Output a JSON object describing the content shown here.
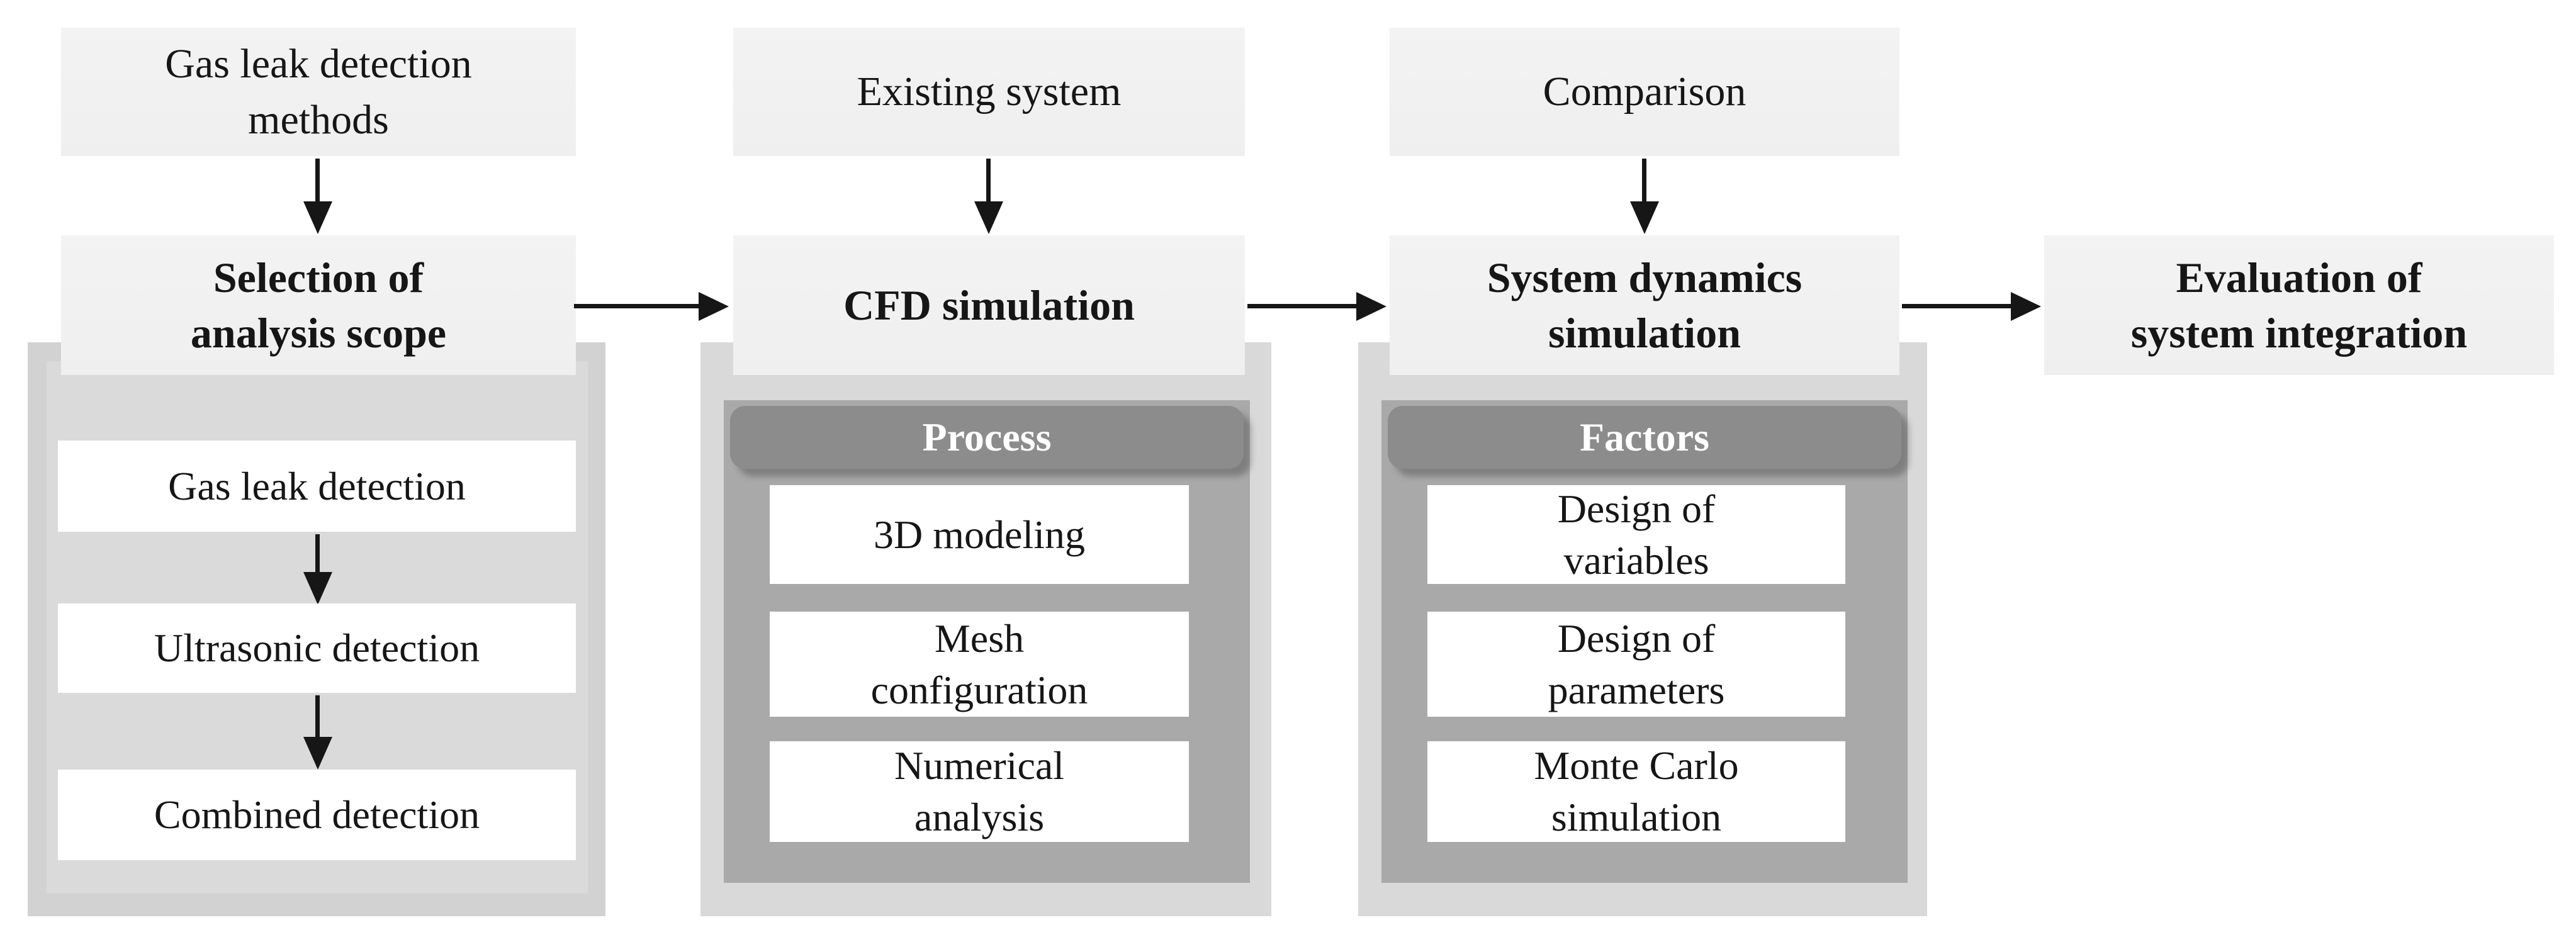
{
  "figure": {
    "columns": [
      {
        "top_box": "Gas leak detection\nmethods",
        "stage_box": "Selection of\nanalysis scope",
        "panel_header": null,
        "items": [
          "Gas leak detection",
          "Ultrasonic detection",
          "Combined detection"
        ]
      },
      {
        "top_box": "Existing system",
        "stage_box": "CFD simulation",
        "panel_header": "Process",
        "items": [
          "3D modeling",
          "Mesh\nconfiguration",
          "Numerical\nanalysis"
        ]
      },
      {
        "top_box": "Comparison",
        "stage_box": "System dynamics\nsimulation",
        "panel_header": "Factors",
        "items": [
          "Design of\nvariables",
          "Design of\nparameters",
          "Monte Carlo\nsimulation"
        ]
      }
    ],
    "final_box": "Evaluation of\nsystem integration",
    "connections": [
      "Gas leak detection methods -> Selection of analysis scope",
      "Existing system -> CFD simulation",
      "Comparison -> System dynamics simulation",
      "Selection of analysis scope -> CFD simulation",
      "CFD simulation -> System dynamics simulation",
      "System dynamics simulation -> Evaluation of system integration",
      "Gas leak detection -> Ultrasonic detection",
      "Ultrasonic detection -> Combined detection"
    ],
    "colors": {
      "light_box": "#f1f1f1",
      "outer_panel": "#d9d9d9",
      "outer_panel_col1": "#d2d2d2",
      "inner_panel": "#a9a9a9",
      "inner_panel_col1": "#dadada",
      "header_bar": "#8c8c8c",
      "item_box": "#ffffff",
      "text": "#161616",
      "header_text": "#ffffff",
      "arrow": "#161616"
    }
  }
}
